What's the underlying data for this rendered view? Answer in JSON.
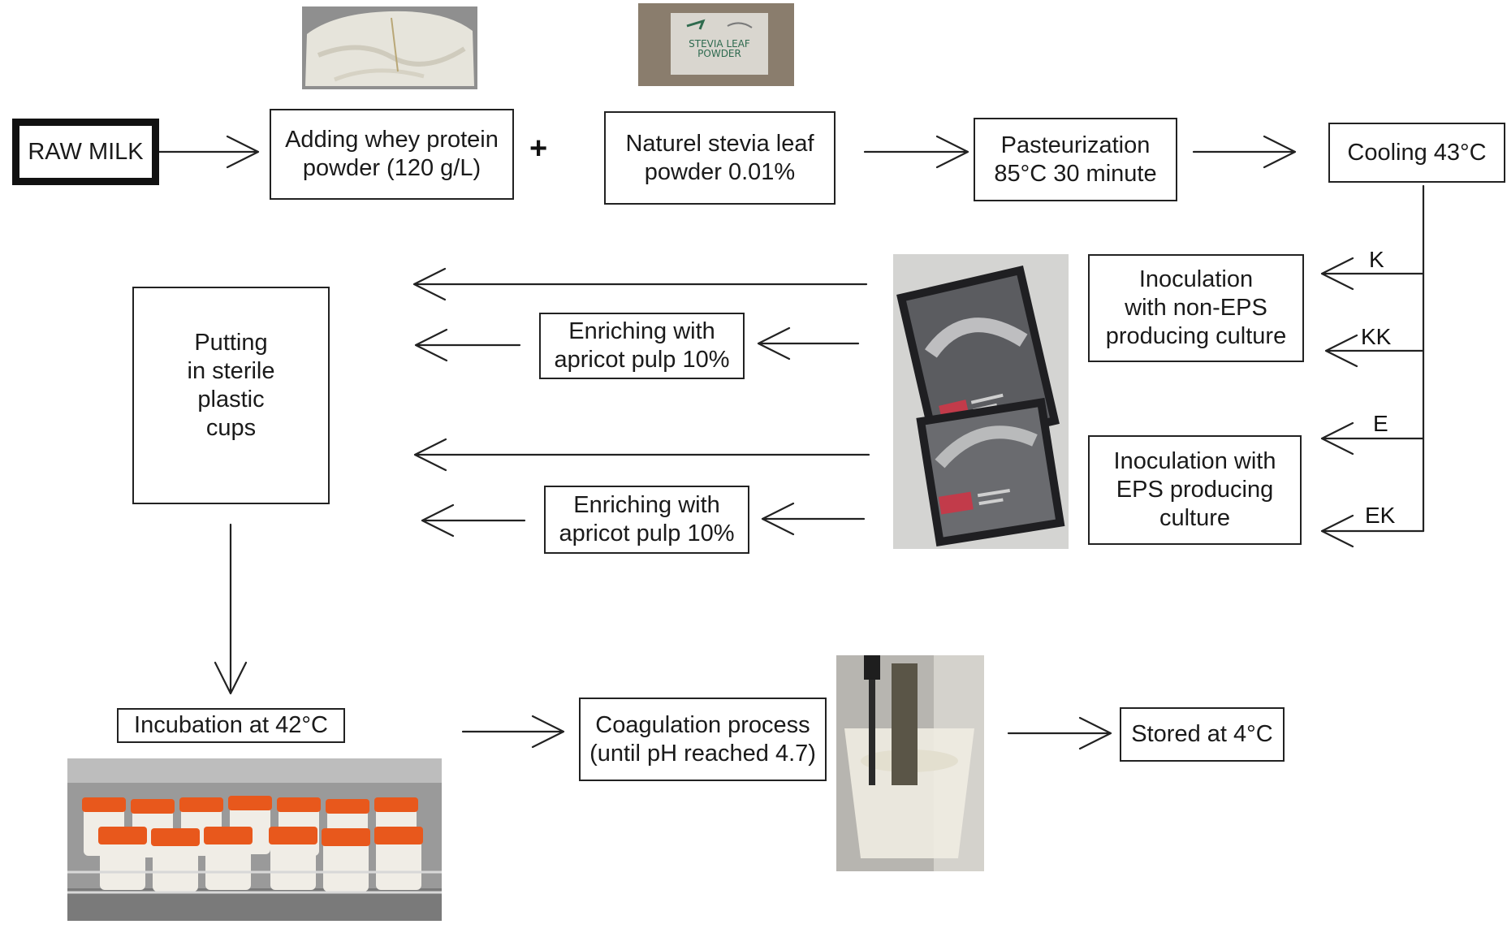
{
  "colors": {
    "line": "#222222",
    "box_border": "#222222",
    "cup_lid": "#e8581c",
    "packet_dark": "#4a4a4d",
    "photo_bg": "#cfcfcf"
  },
  "steps": {
    "raw_milk": "RAW MILK",
    "whey": "Adding whey protein\npowder (120 g/L)",
    "plus": "+",
    "stevia": "Naturel stevia leaf\npowder 0.01%",
    "pasteurization": "Pasteurization\n85°C 30 minute",
    "cooling": "Cooling 43°C",
    "inoc_non_eps": "Inoculation\nwith non-EPS\nproducing culture",
    "inoc_eps": "Inoculation with\nEPS producing\nculture",
    "enrich_1": "Enriching with\napricot pulp 10%",
    "enrich_2": "Enriching with\napricot pulp 10%",
    "putting": "Putting\nin sterile\nplastic\ncups",
    "incubation": "Incubation at 42°C",
    "coagulation": "Coagulation process\n(until pH reached 4.7)",
    "stored": "Stored at 4°C"
  },
  "group_labels": {
    "k": "K",
    "kk": "KK",
    "e": "E",
    "ek": "EK"
  },
  "photos": {
    "whey_bag": "whey-protein-bag-photo",
    "stevia_pack": "stevia-leaf-powder-pack-photo",
    "stevia_pack_text": "STEVIA LEAF\nPOWDER",
    "culture_packets": "starter-culture-packets-photo",
    "incubator": "incubator-cups-photo",
    "ph_meter": "ph-meter-cup-photo"
  }
}
